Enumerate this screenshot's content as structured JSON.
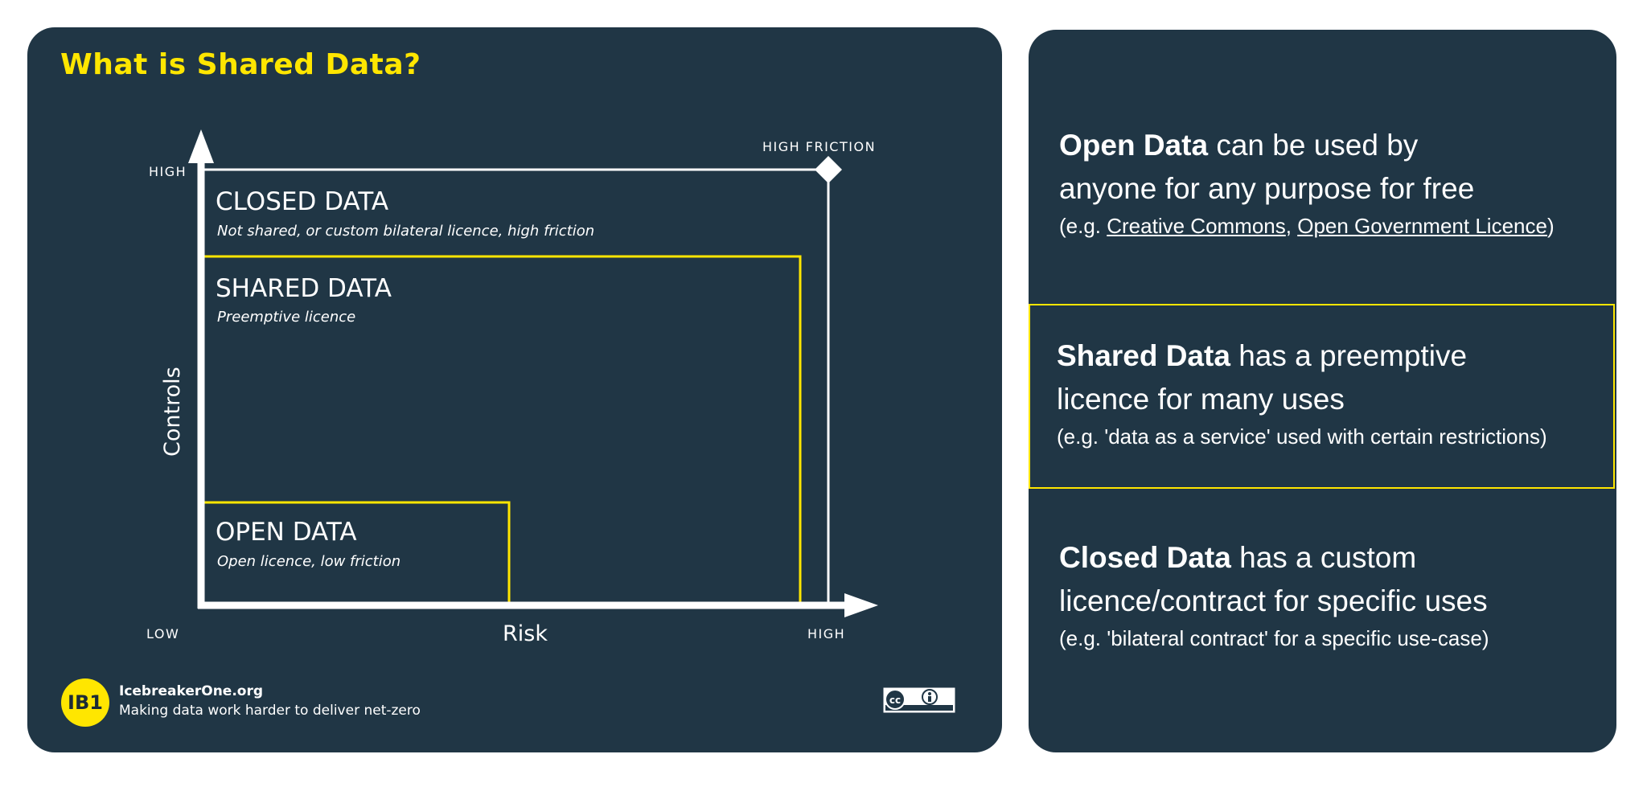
{
  "diagram": {
    "title": "What is Shared Data?",
    "y_axis_label": "Controls",
    "x_axis_label": "Risk",
    "y_high": "HIGH",
    "x_low": "LOW",
    "x_high": "HIGH",
    "corner_label": "HIGH FRICTION",
    "regions": [
      {
        "name": "CLOSED DATA",
        "subtitle": "Not shared, or custom bilateral licence, high friction"
      },
      {
        "name": "SHARED DATA",
        "subtitle": "Preemptive licence"
      },
      {
        "name": "OPEN DATA",
        "subtitle": "Open licence, low friction"
      }
    ],
    "colors": {
      "background": "#203645",
      "axis": "#ffffff",
      "highlight": "#ffe600"
    }
  },
  "footer": {
    "logo_text": "IB1",
    "org": "IcebreakerOne.org",
    "tagline": "Making data work harder to deliver net-zero",
    "license_icon": "cc-by-icon"
  },
  "descriptions": {
    "open": {
      "term": "Open Data",
      "line1_rest": " can be used by",
      "line2": "anyone for any purpose for free",
      "example_prefix": "(e.g. ",
      "link1": "Creative Commons",
      "sep": ", ",
      "link2": "Open Government Licence",
      "example_suffix": ")"
    },
    "shared": {
      "term": "Shared Data",
      "line1_rest": " has a preemptive",
      "line2": "licence for many uses",
      "example": "(e.g. 'data as a service' used with certain restrictions)"
    },
    "closed": {
      "term": "Closed Data",
      "line1_rest": " has a custom",
      "line2": "licence/contract for specific uses",
      "example": "(e.g. 'bilateral contract' for a specific use-case)"
    }
  }
}
